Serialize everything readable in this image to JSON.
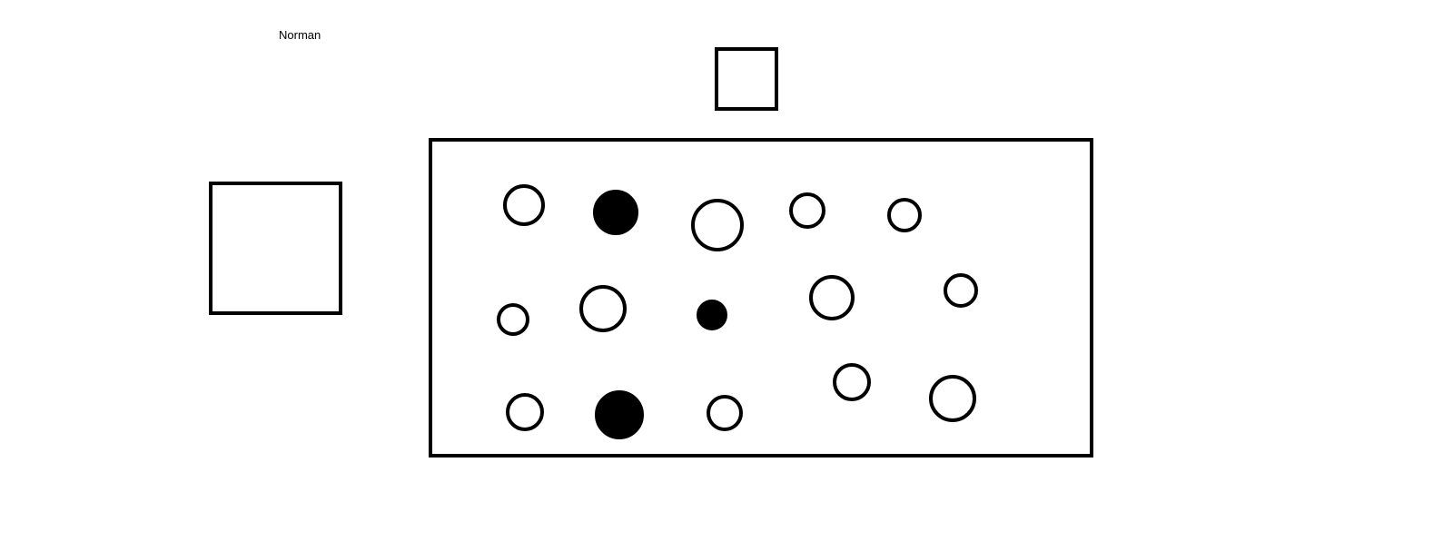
{
  "diagram": {
    "label": "Norman",
    "stroke_color": "#000000",
    "background_color": "#ffffff",
    "shapes": {
      "small_square": {
        "type": "square",
        "filled": false
      },
      "large_square": {
        "type": "square",
        "filled": false
      },
      "container": {
        "type": "rectangle",
        "filled": false,
        "circle_count": 15,
        "filled_circle_count": 3
      }
    }
  }
}
